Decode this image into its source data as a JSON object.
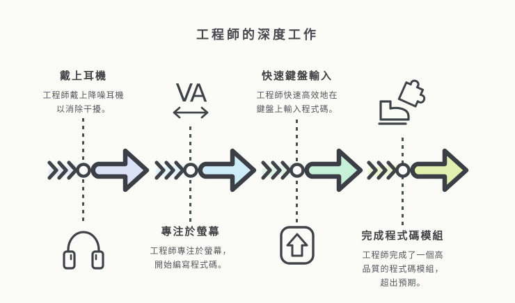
{
  "title": "工程師的深度工作",
  "palette": {
    "background": "#fbfbf8",
    "ink": "#3f4247",
    "text_color": "#54565b"
  },
  "stages": [
    {
      "heading": "戴上耳機",
      "description": "工程師戴上降噪耳機\n以消除干擾。",
      "icon": "headphones-icon",
      "arrow_color": "#dbe2f8",
      "shadow_color": "#dbe2f8"
    },
    {
      "heading": "專注於螢幕",
      "description": "工程師專注於螢幕，\n開始編寫程式碼。",
      "icon": "kerning-va-icon",
      "icon_label": "VA",
      "arrow_color": "#cdecf9",
      "shadow_color": "#cdecf9"
    },
    {
      "heading": "快速鍵盤輸入",
      "description": "工程師快速高效地在\n鍵盤上輸入程式碼。",
      "icon": "shift-key-icon",
      "arrow_color": "#c6f1d8",
      "shadow_color": "#c6f1d8"
    },
    {
      "heading": "完成程式碼模組",
      "description": "工程師完成了一個高\n品質的程式碼模組，\n超出預期。",
      "icon": "hand-puzzle-icon",
      "arrow_color": "#e2f1af",
      "shadow_color": "#ecf3c2"
    }
  ]
}
